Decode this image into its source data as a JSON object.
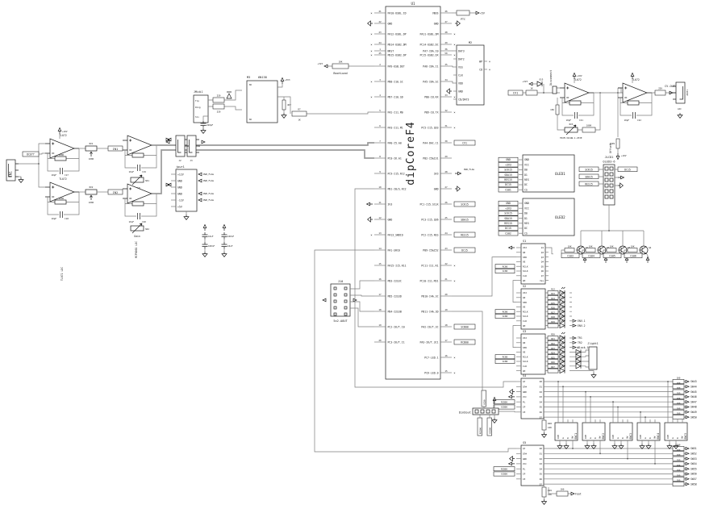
{
  "power": {
    "v33": "+3V3",
    "v5": "+5V",
    "vp": "+10V",
    "vn": "-10V",
    "pwr_flag": "PWR_FLAG"
  },
  "ic": {
    "ref": "U1",
    "name": "dipCoreF4",
    "left_usb": [
      {
        "n": "41",
        "l": "PA10-USBL.ID",
        "nc": "×"
      },
      {
        "n": "42",
        "l": "GND"
      },
      {
        "n": "43",
        "l": "PA12-USBL.DP",
        "nc": "×"
      },
      {
        "n": "44",
        "l": "PB14-USB2.DM",
        "nc": "×"
      },
      {
        "n": "45",
        "l": "PB15-USB2.DP",
        "nc": "×"
      }
    ],
    "left_main": [
      {
        "n": "1",
        "l": "NRST",
        "nc": "×"
      },
      {
        "n": "2",
        "l": "PA9-USB.DET"
      },
      {
        "n": "3",
        "l": "PB8-I10.SC",
        "nc": "×"
      },
      {
        "n": "4",
        "l": "PB7-I10.SD",
        "nc": "×"
      },
      {
        "n": "5",
        "l": "PA2-I11.M0"
      },
      {
        "n": "6",
        "l": "PA3-I11.M1"
      },
      {
        "n": "7",
        "l": "PA0-I5.A0"
      },
      {
        "n": "8",
        "l": "PC0-I6.A1"
      },
      {
        "n": "9",
        "l": "PC9-I15.RC2"
      },
      {
        "n": "10",
        "l": "PB1-I8/S.RC2"
      },
      {
        "n": "11",
        "l": "3V3"
      },
      {
        "n": "12",
        "l": "GND"
      },
      {
        "n": "13",
        "l": "PA13_SWDIO",
        "nc": "×"
      }
    ],
    "left_i2s": [
      {
        "n": "14",
        "l": "PA1-SRC0"
      },
      {
        "n": "15",
        "l": "PA15-I15.R11"
      },
      {
        "n": "16",
        "l": "PB3-I2S3C"
      },
      {
        "n": "17",
        "l": "PB5-I2S3D"
      },
      {
        "n": "18",
        "l": "PB4-I2S3B"
      },
      {
        "n": "19",
        "l": "PC2-I6/T.I0"
      },
      {
        "n": "20",
        "l": "PC3-I6/T.I1"
      }
    ],
    "right_usb": [
      {
        "n": "46",
        "l": "VBUS"
      },
      {
        "n": "47",
        "l": "GND"
      },
      {
        "n": "48",
        "l": "PA11-USBL.DM",
        "nc": "×"
      },
      {
        "n": "49",
        "l": "PC14-USB2.DC",
        "nc": "×"
      },
      {
        "n": "50",
        "l": "PC15-USB2.DX",
        "nc": "×"
      }
    ],
    "right_main": [
      {
        "n": "36",
        "l": "PA7-I6A.I0"
      },
      {
        "n": "35",
        "l": "PA6-I6A.I1"
      },
      {
        "n": "34",
        "l": "PA5-I6A.SC"
      },
      {
        "n": "33",
        "l": "PB0-I8.RX",
        "nc": "×"
      },
      {
        "n": "32",
        "l": "PB9-I8.TX",
        "nc": "×"
      },
      {
        "n": "31",
        "l": "PC5-I15.SD3",
        "nc": "×"
      },
      {
        "n": "30",
        "l": "PA4-DAC.C1",
        "net": "CV1"
      },
      {
        "n": "29",
        "l": "PB2-I5&I31"
      },
      {
        "n": "28",
        "l": "3V3"
      },
      {
        "n": "27",
        "l": "GND"
      },
      {
        "n": "26",
        "l": "PC1-I15.SCLK",
        "net": "SCK15"
      },
      {
        "n": "25",
        "l": "PC3-I15.SD6",
        "net": "SDA15"
      },
      {
        "n": "24",
        "l": "PC2-I15.RES",
        "net": "RES15"
      },
      {
        "n": "23",
        "l": "PB9-I5&I52",
        "net": "DC15"
      },
      {
        "n": "22",
        "l": "PC11-I11.R1",
        "nc": "×"
      },
      {
        "n": "21",
        "l": "PC10-I11.M31",
        "nc": "×"
      },
      {
        "n": "20",
        "l": "PB10-I4A.3C"
      },
      {
        "n": "19",
        "l": "PB11-I4A.3D"
      },
      {
        "n": "18",
        "l": "PA2-I6/T.3C",
        "net": "SCB00"
      },
      {
        "n": "17",
        "l": "PA3-I6/T.3C1",
        "net": "RCB00"
      },
      {
        "n": "16",
        "l": "PC7-LED.1",
        "nc": "×"
      },
      {
        "n": "15",
        "l": "PC6-LED.0",
        "nc": "×"
      }
    ]
  },
  "sd": {
    "ref": "M2",
    "left": [
      "DAT3",
      "DAT2",
      "VSS",
      "CLK",
      "VDD",
      "GND",
      "CD/DAT3"
    ],
    "right": [
      {
        "p": "WP",
        "nc": "×"
      },
      {
        "p": "CD",
        "nc": "×"
      }
    ]
  },
  "ptc": {
    "label": "PTC",
    "net": "+5V"
  },
  "boot": {
    "label": "BootLoad",
    "r": "10K"
  },
  "midi": {
    "ref": "M3",
    "part": "6N138",
    "jack": "JMidi1",
    "pins": [
      "Tip",
      "Ring",
      "Slv"
    ],
    "r1": "220",
    "r2": "220",
    "r3": "4K7",
    "r7": "R7",
    "r7v": "1K",
    "cap": "220pF",
    "nc": "NC"
  },
  "input": {
    "jack": "IN1",
    "note1": "TL072 LDC",
    "note2": "MCP6002 LDC",
    "dcoff": "DCOff",
    "st1": [
      {
        "amp": "TL072",
        "cap": "10pF",
        "capref": "C17",
        "fb": "100K",
        "pot": "RV1",
        "potv": "100K",
        "net": "IN1"
      },
      {
        "amp": "TL072",
        "cap": "10pF",
        "capref": "C18",
        "fb": "100K",
        "pot": "RV2",
        "potv": "100K",
        "net": "IN2"
      }
    ],
    "st2": [
      {
        "cap": "10uF",
        "capref": "C19",
        "trim": "SR1",
        "lbl": "Gain"
      },
      {
        "cap": "10uF",
        "capref": "C20",
        "trim": "SR2",
        "lbl": "Gain"
      }
    ],
    "jacks": [
      {
        "ref": "J2"
      },
      {
        "ref": "J3"
      }
    ]
  },
  "pwrcon": {
    "ref": "jpwr1",
    "pins": [
      {
        "p": "+12V",
        "flag": "PWR_FLAG"
      },
      {
        "p": "GND",
        "flag": "PWR_FLAG"
      },
      {
        "p": "GND"
      },
      {
        "p": "GND",
        "flag": "PWR_FLAG"
      },
      {
        "p": "-12V",
        "flag": "PWR_FLAG"
      },
      {
        "p": "+5V"
      }
    ],
    "decaps": [
      {
        "v": "10uF"
      },
      {
        "v": "100nF"
      },
      {
        "v": "100nF"
      },
      {
        "v": "10uF"
      }
    ]
  },
  "cvout": {
    "disc": "Disconnect",
    "net_in": "CV1",
    "rin": "1K",
    "d": "D15",
    "amp": "TL072",
    "r1": "15K",
    "rv": "RV3",
    "rvv": "TRIM-3214W-1-253E",
    "r2": "100K",
    "c1": "10pF",
    "c1r": "C21",
    "c2": "10pF",
    "c2r": "C22",
    "r3": "100K",
    "r4": "220",
    "off": "Offset",
    "roff": "4K99",
    "out": "CV-OUT1",
    "jack": "JOUT1",
    "ldc": "LDC"
  },
  "oled": {
    "o1": {
      "name": "OLED1",
      "pins": [
        {
          "p": "GND",
          "net": "GND"
        },
        {
          "p": "VCC",
          "net": "+3V3"
        },
        {
          "p": "D0",
          "net": "SCK15"
        },
        {
          "p": "D1",
          "net": "SDA15"
        },
        {
          "p": "RES",
          "net": "RES15"
        },
        {
          "p": "DC",
          "net": "DC15"
        },
        {
          "p": "CS",
          "net": "CS01"
        }
      ]
    },
    "o2": {
      "name": "OLED2",
      "pins": [
        {
          "p": "GND",
          "net": "GND"
        },
        {
          "p": "VCC",
          "net": "+3V3"
        },
        {
          "p": "D0",
          "net": "SCK15"
        },
        {
          "p": "D1",
          "net": "SDA15"
        },
        {
          "p": "RES",
          "net": "RES15"
        },
        {
          "p": "DC",
          "net": "DC15"
        },
        {
          "p": "CS",
          "net": "CS02"
        }
      ]
    }
  },
  "lcd": {
    "ref": "JLCD1",
    "name": "OLED3-6",
    "lnets": [
      "SCK15",
      "SDA15",
      "RES15"
    ],
    "rnet": "DC15",
    "drv": [
      {
        "q": "Q1",
        "r": "10K",
        "cs": "CS03"
      },
      {
        "q": "Q2",
        "r": "10K",
        "cs": "CS04"
      },
      {
        "q": "Q3",
        "r": "10K",
        "cs": "CS05"
      },
      {
        "q": "Q4",
        "r": "10K",
        "cs": "CS06"
      }
    ]
  },
  "sr": {
    "s1": "S1",
    "s2": "S2",
    "s3": "S3",
    "lpins": [
      {
        "p": "Vdd"
      },
      {
        "p": "Q0"
      },
      {
        "p": "SER"
      },
      {
        "p": "OE"
      },
      {
        "p": "RCLK",
        "net": "RCB0"
      },
      {
        "p": "SCLK",
        "net": "SCB0"
      },
      {
        "p": "CLR"
      },
      {
        "p": "QH"
      }
    ],
    "rpins": [
      "Q1",
      "Q2",
      "Q3",
      "Q4",
      "Q5",
      "Q6",
      "Q7",
      "Vss"
    ],
    "s2rows": [
      {
        "r": "R12"
      },
      {
        "r": "R13"
      },
      {
        "r": "R14"
      },
      {
        "r": "R15"
      },
      {
        "r": "R16"
      },
      {
        "r": "R17"
      },
      {
        "r": "R18",
        "net": "ENV-1"
      },
      {
        "r": "R19",
        "net": "ENV-2"
      }
    ],
    "s3rows": [
      {
        "r": "R20",
        "net": "TR1"
      },
      {
        "r": "R21",
        "net": "TR2"
      },
      {
        "r": "R22",
        "net": "Clock-1"
      },
      {
        "r": "R23"
      },
      {
        "r": "R24"
      },
      {
        "r": "R25"
      },
      {
        "r": "R26"
      },
      {
        "r": "R27"
      }
    ],
    "rv": "220",
    "jlight": {
      "ref": "Jlight1",
      "diodes": [
        "D1",
        "D2",
        "D3",
        "D4"
      ]
    }
  },
  "bot": {
    "lpins": [
      {
        "p": "Q7"
      },
      {
        "p": "Q7#"
      },
      {
        "p": "GND"
      },
      {
        "p": "VCC"
      },
      {
        "p": "PL",
        "net": "RCB00"
      },
      {
        "p": "CP",
        "net": "SCB00"
      },
      {
        "p": "CE"
      }
    ],
    "reg1": {
      "ref": "S4",
      "pull": "R28",
      "pv": "10K",
      "rows": [
        {
          "d": "D0",
          "sw": "SW43"
        },
        {
          "d": "D1",
          "sw": "SW44"
        },
        {
          "d": "D2",
          "sw": "SW45"
        },
        {
          "d": "D3",
          "sw": "SW46"
        },
        {
          "d": "D4",
          "sw": "SW47"
        },
        {
          "d": "D5",
          "sw": "SW48"
        },
        {
          "d": "D6",
          "sw": "SW49"
        },
        {
          "d": "D7",
          "sw": "SW50"
        }
      ]
    },
    "reg2": {
      "ref": "S5",
      "pull": "R29",
      "pv": "10K",
      "rows": [
        {
          "d": "D0",
          "sw": "SW51"
        },
        {
          "d": "D1",
          "sw": "SW52"
        },
        {
          "d": "D2",
          "sw": "SW53"
        },
        {
          "d": "D3",
          "sw": "SW54"
        },
        {
          "d": "D4",
          "sw": "SW55"
        },
        {
          "d": "D5",
          "sw": "SW56"
        },
        {
          "d": "D6",
          "sw": "SW57"
        },
        {
          "d": "D7",
          "sw": "SW58"
        }
      ]
    },
    "rser": "100",
    "enc": {
      "pins": [
        "COM",
        "A",
        "B",
        "SW"
      ],
      "items": [
        {
          "name": "ENC1"
        },
        {
          "name": "ENC2"
        },
        {
          "name": "ENC3"
        },
        {
          "name": "ENC4"
        },
        {
          "name": "ENC5"
        }
      ]
    },
    "din": {
      "label": "DinDout",
      "top": "SCB0",
      "b1": "RCB00",
      "b2": "SCB00"
    },
    "foot": {
      "net": "Foot",
      "r": "100"
    }
  },
  "j10": {
    "ref": "J10",
    "name": "5x2-AOUT"
  }
}
